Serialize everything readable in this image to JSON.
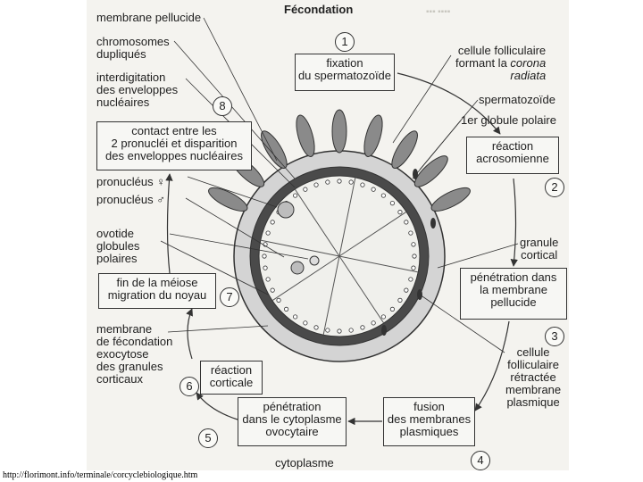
{
  "title": "Fécondation",
  "left_labels": {
    "membrane_pellucide": "membrane pellucide",
    "chromosomes": "chromosomes\ndupliqués",
    "interdigitation": "interdigitation\ndes enveloppes\nnucléaires",
    "pronucleus_f": "pronucléus ♀",
    "pronucleus_m": "pronucléus ♂",
    "ovotide": "ovotide\nglobules\npolaires",
    "membrane_fecondation": "membrane\nde fécondation\nexocytose\ndes granules\ncorticaux"
  },
  "right_labels": {
    "cellule_folliculaire_prefix": "cellule folliculaire\nformant la ",
    "corona_radiata": "corona\nradiata",
    "spermatozoide": "spermatozoïde",
    "globule_polaire": "1er globule polaire",
    "granule_cortical": "granule\ncortical",
    "cellule_retractee": "cellule\nfolliculaire\nrétractée\nmembrane\nplasmique",
    "cytoplasme": "cytoplasme"
  },
  "steps": [
    {
      "n": "1",
      "text": "fixation\ndu spermatozoïde"
    },
    {
      "n": "2",
      "text": "réaction\nacrosomienne"
    },
    {
      "n": "3",
      "text": "pénétration dans\nla membrane\npellucide"
    },
    {
      "n": "4",
      "text": "fusion\ndes membranes\nplasmiques"
    },
    {
      "n": "5",
      "text": "pénétration\ndans le cytoplasme\novocytaire"
    },
    {
      "n": "6",
      "text": "réaction\ncorticale"
    },
    {
      "n": "7",
      "text": "fin de la méiose\nmigration du noyau"
    },
    {
      "n": "8",
      "text": "contact entre les\n2 pronucléi et disparition\ndes enveloppes nucléaires"
    }
  ],
  "footer_url": "http://florimont.info/terminale/corcyclebiologique.htm",
  "colors": {
    "outline": "#333333",
    "zona": "#d4d4d4",
    "dark_band": "#4a4a4a",
    "cytoplasm": "#f0f0ec"
  }
}
